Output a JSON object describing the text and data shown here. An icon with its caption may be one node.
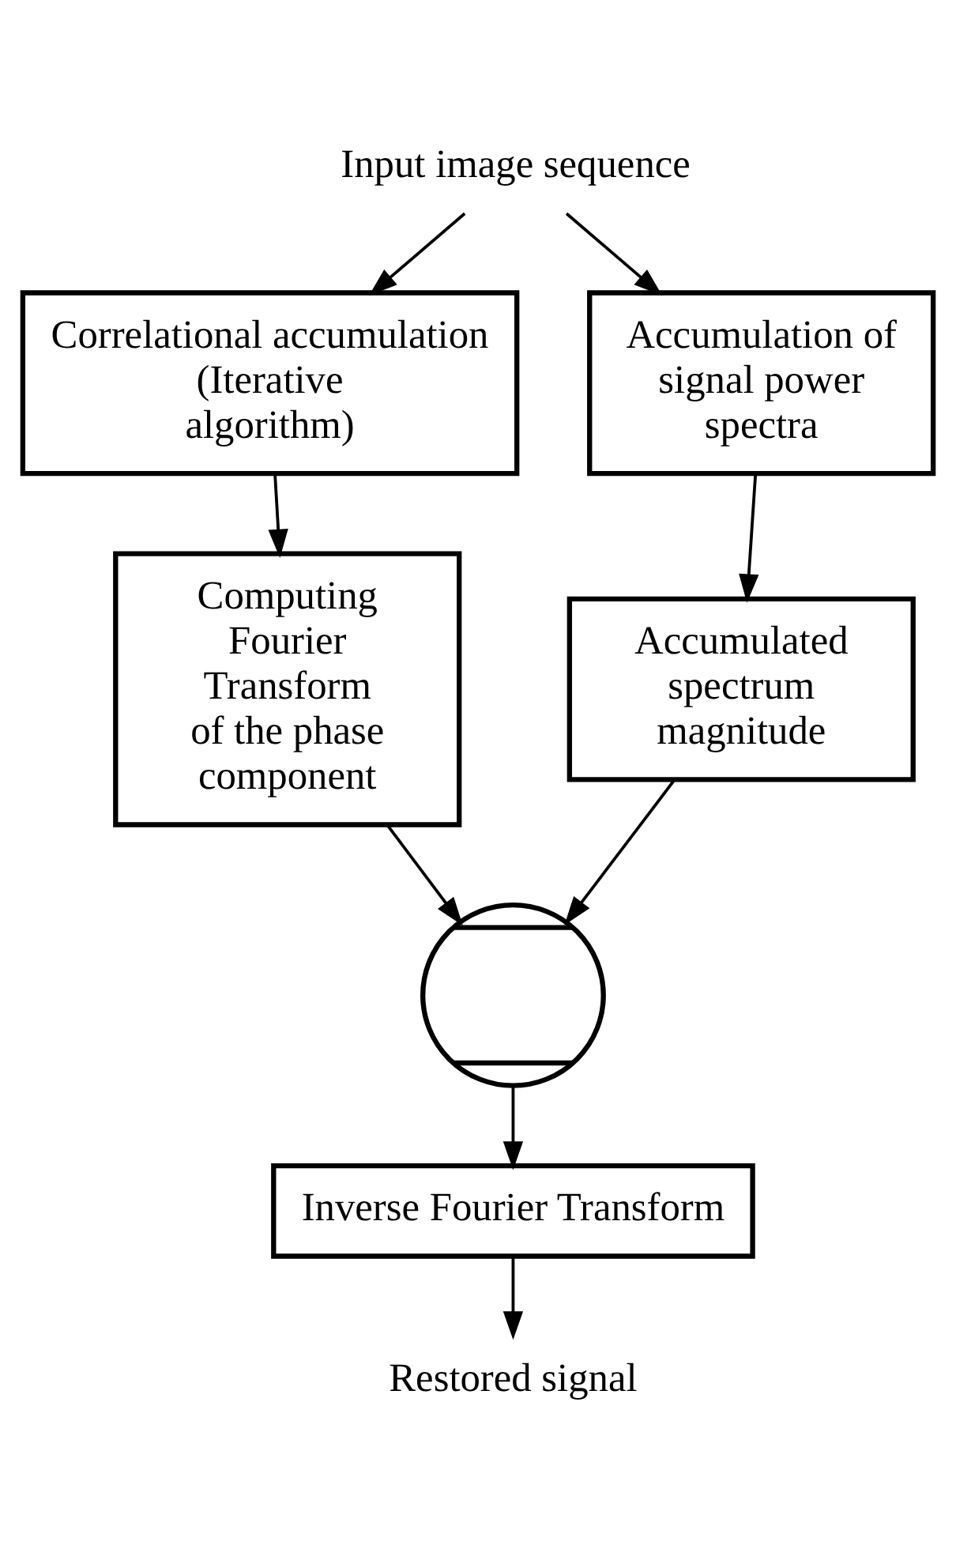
{
  "diagram": {
    "nodes": [
      {
        "text": [
          "Input image sequence"
        ]
      },
      {
        "text": [
          "Correlational accumulation (Iterative algorithm)"
        ]
      },
      {
        "text": [
          "Accumulation of signal power spectra"
        ]
      },
      {
        "text": [
          "Computing Fourier Transform of the phase component"
        ]
      },
      {
        "text": [
          "Accumulated spectrum magnitude"
        ]
      },
      {
        "text": [],
        "shape": "circle"
      },
      {
        "text": [
          "Inverse Fourier Transform"
        ]
      },
      {
        "text": [
          "Restored signal"
        ]
      }
    ],
    "edges": [
      {
        "from": 0,
        "to": 1,
        "arrow": "to"
      },
      {
        "from": 0,
        "to": 2,
        "arrow": "to"
      },
      {
        "from": 1,
        "to": 3,
        "arrow": "to"
      },
      {
        "from": 2,
        "to": 4,
        "arrow": "to"
      },
      {
        "from": 3,
        "to": 5,
        "arrow": "to"
      },
      {
        "from": 4,
        "to": 5,
        "arrow": "to"
      },
      {
        "from": 5,
        "to": 6,
        "arrow": "to"
      },
      {
        "from": 6,
        "to": 7,
        "arrow": "to"
      }
    ]
  }
}
